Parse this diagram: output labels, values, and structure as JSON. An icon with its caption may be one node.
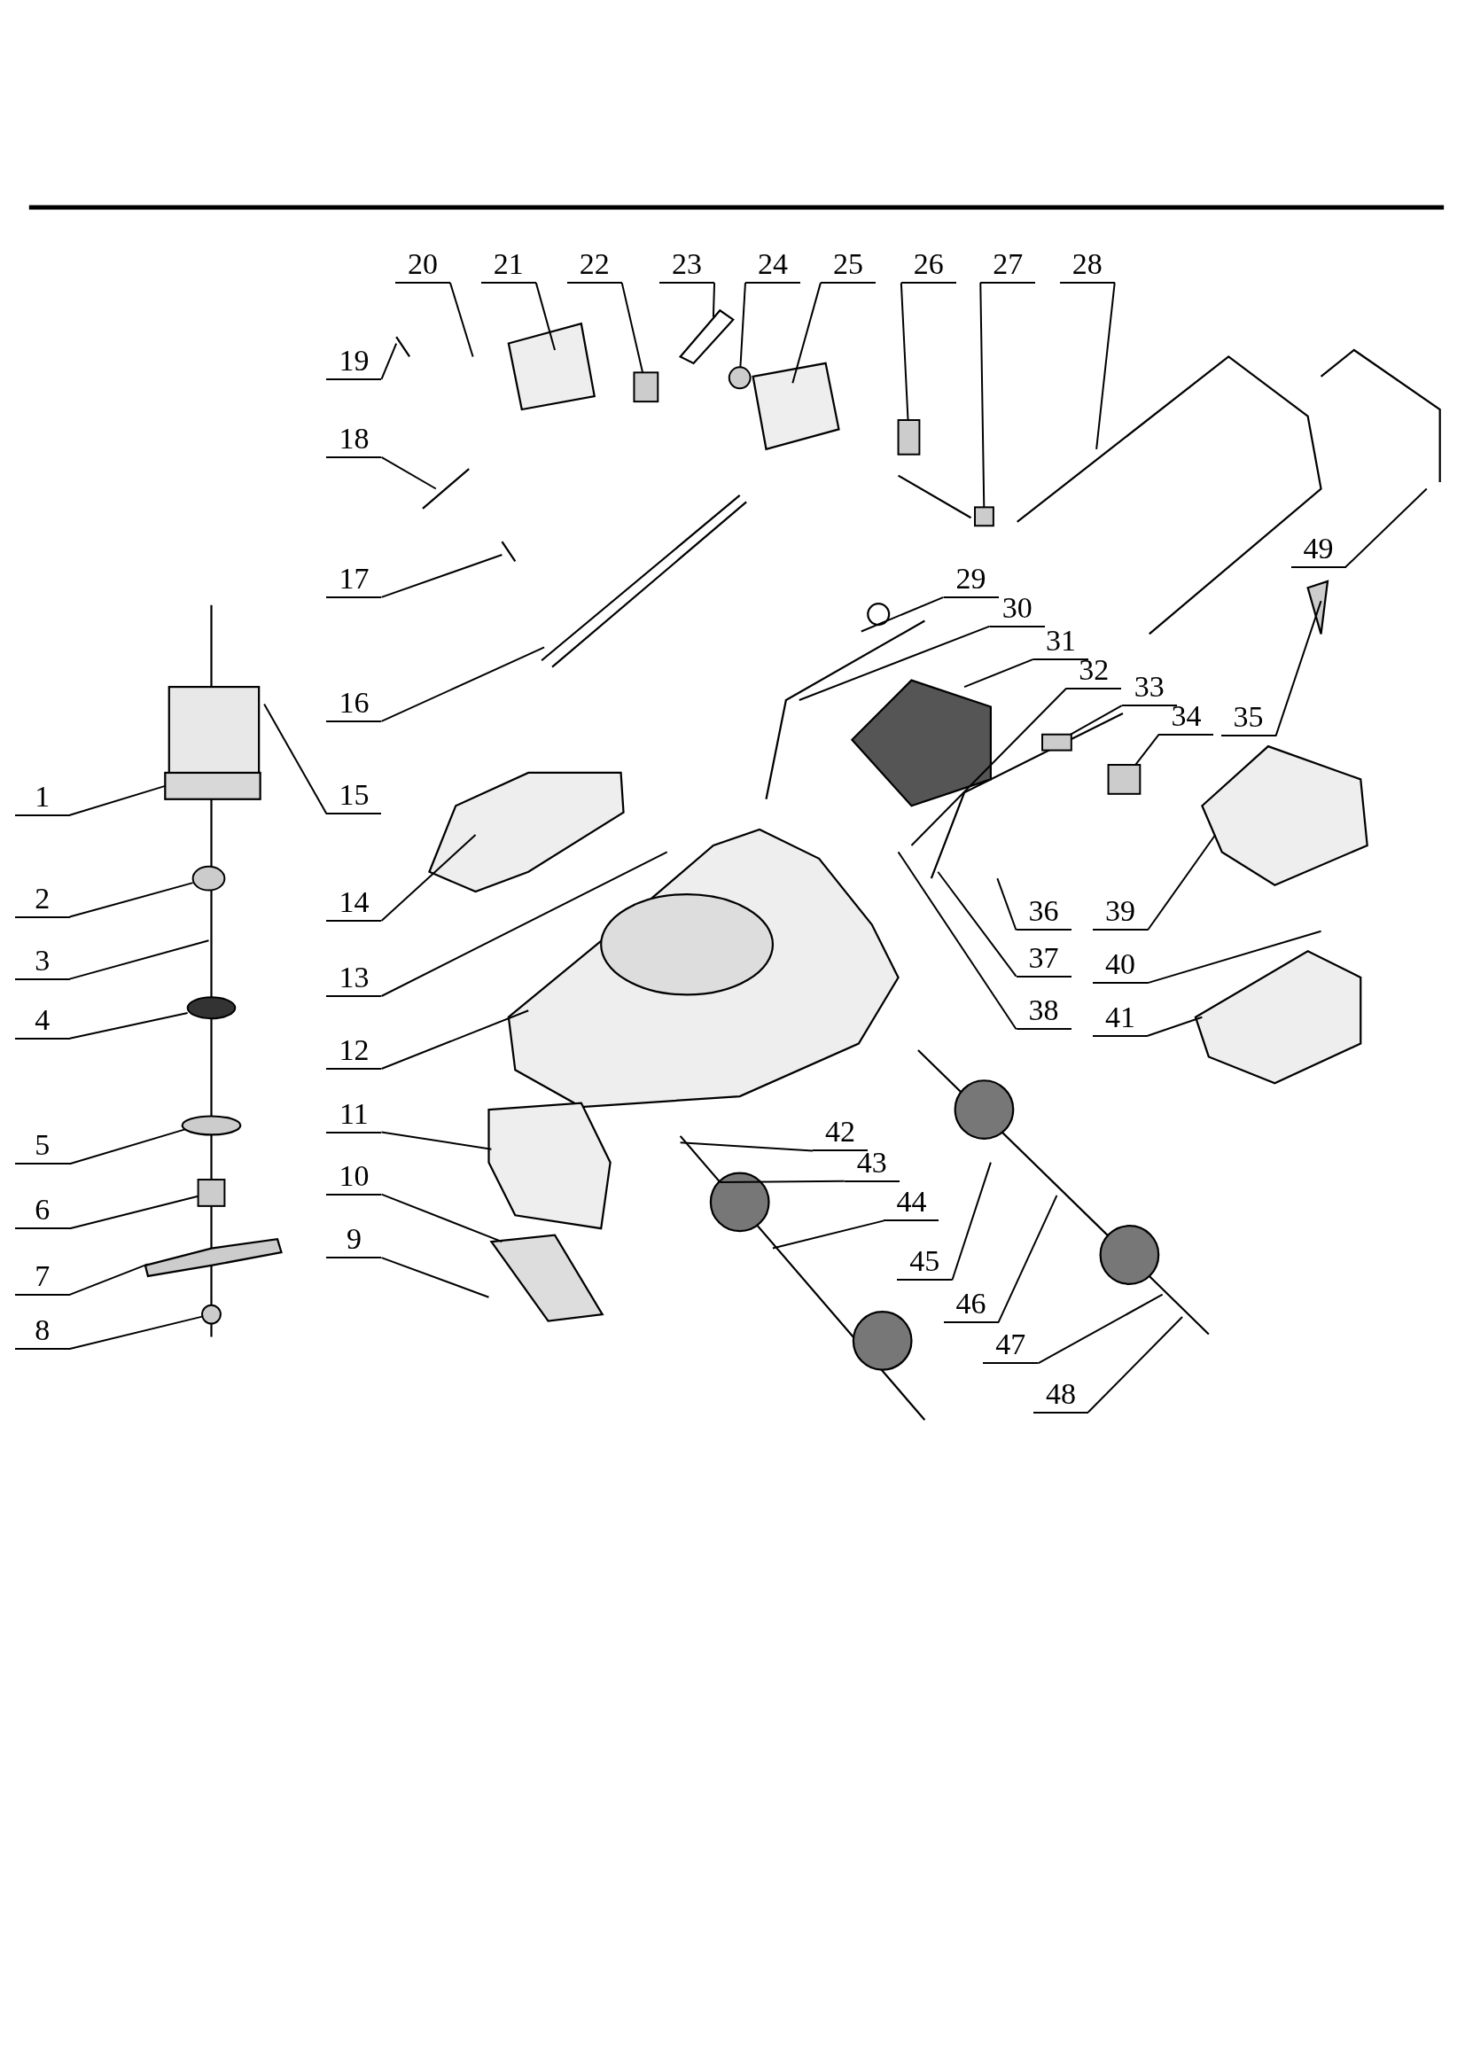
{
  "diagram": {
    "nodes": [
      {
        "text": [
          "1"
        ]
      },
      {
        "text": [
          "2"
        ]
      },
      {
        "text": [
          "3"
        ]
      },
      {
        "text": [
          "4"
        ]
      },
      {
        "text": [
          "5"
        ]
      },
      {
        "text": [
          "6"
        ]
      },
      {
        "text": [
          "7"
        ]
      },
      {
        "text": [
          "8"
        ]
      },
      {
        "text": [
          "9"
        ]
      },
      {
        "text": [
          "10"
        ]
      },
      {
        "text": [
          "11"
        ]
      },
      {
        "text": [
          "12"
        ]
      },
      {
        "text": [
          "13"
        ]
      },
      {
        "text": [
          "14"
        ]
      },
      {
        "text": [
          "15"
        ]
      },
      {
        "text": [
          "16"
        ]
      },
      {
        "text": [
          "17"
        ]
      },
      {
        "text": [
          "18"
        ]
      },
      {
        "text": [
          "19"
        ]
      },
      {
        "text": [
          "20"
        ]
      },
      {
        "text": [
          "21"
        ]
      },
      {
        "text": [
          "22"
        ]
      },
      {
        "text": [
          "23"
        ]
      },
      {
        "text": [
          "24"
        ]
      },
      {
        "text": [
          "25"
        ]
      },
      {
        "text": [
          "26"
        ]
      },
      {
        "text": [
          "27"
        ]
      },
      {
        "text": [
          "28"
        ]
      },
      {
        "text": [
          "29"
        ]
      },
      {
        "text": [
          "30"
        ]
      },
      {
        "text": [
          "31"
        ]
      },
      {
        "text": [
          "32"
        ]
      },
      {
        "text": [
          "33"
        ]
      },
      {
        "text": [
          "34"
        ]
      },
      {
        "text": [
          "35"
        ]
      },
      {
        "text": [
          "36"
        ]
      },
      {
        "text": [
          "37"
        ]
      },
      {
        "text": [
          "38"
        ]
      },
      {
        "text": [
          "39"
        ]
      },
      {
        "text": [
          "40"
        ]
      },
      {
        "text": [
          "41"
        ]
      },
      {
        "text": [
          "42"
        ]
      },
      {
        "text": [
          "43"
        ]
      },
      {
        "text": [
          "44"
        ]
      },
      {
        "text": [
          "45"
        ]
      },
      {
        "text": [
          "46"
        ]
      },
      {
        "text": [
          "47"
        ]
      },
      {
        "text": [
          "48"
        ]
      },
      {
        "text": [
          "49"
        ]
      },
      {
        "text": [],
        "shape": "circle"
      },
      {
        "text": [],
        "shape": "circle"
      },
      {
        "text": [],
        "shape": "box"
      },
      {
        "text": [],
        "shape": "circle"
      },
      {
        "text": [],
        "shape": "box"
      },
      {
        "text": [],
        "shape": "circle"
      },
      {
        "text": [],
        "shape": "box"
      },
      {
        "text": [],
        "shape": "box"
      },
      {
        "text": [],
        "shape": "box"
      },
      {
        "text": [],
        "shape": "box"
      }
    ],
    "edges": [
      {
        "from": 0,
        "to": null,
        "arrow": "none"
      },
      {
        "from": 1,
        "to": 49,
        "arrow": "none"
      },
      {
        "from": 2,
        "to": null,
        "arrow": "none"
      },
      {
        "from": 3,
        "to": 50,
        "arrow": "none"
      },
      {
        "from": 4,
        "to": null,
        "arrow": "none"
      },
      {
        "from": 5,
        "to": 51,
        "arrow": "none"
      },
      {
        "from": 6,
        "to": null,
        "arrow": "none"
      },
      {
        "from": 7,
        "to": 52,
        "arrow": "none"
      },
      {
        "from": 8,
        "to": null,
        "arrow": "none"
      },
      {
        "from": 9,
        "to": null,
        "arrow": "none"
      },
      {
        "from": 10,
        "to": null,
        "arrow": "none"
      },
      {
        "from": 11,
        "to": null,
        "arrow": "none"
      },
      {
        "from": 12,
        "to": null,
        "arrow": "none"
      },
      {
        "from": 13,
        "to": null,
        "arrow": "none"
      },
      {
        "from": 14,
        "to": null,
        "arrow": "none"
      },
      {
        "from": 15,
        "to": null,
        "arrow": "none"
      },
      {
        "from": 16,
        "to": null,
        "arrow": "none"
      },
      {
        "from": 17,
        "to": null,
        "arrow": "none"
      },
      {
        "from": 18,
        "to": null,
        "arrow": "none"
      },
      {
        "from": 19,
        "to": null,
        "arrow": "none"
      },
      {
        "from": 20,
        "to": null,
        "arrow": "none"
      },
      {
        "from": 21,
        "to": 53,
        "arrow": "none"
      },
      {
        "from": 22,
        "to": null,
        "arrow": "none"
      },
      {
        "from": 23,
        "to": 54,
        "arrow": "none"
      },
      {
        "from": 24,
        "to": null,
        "arrow": "none"
      },
      {
        "from": 25,
        "to": 55,
        "arrow": "none"
      },
      {
        "from": 26,
        "to": 56,
        "arrow": "none"
      },
      {
        "from": 27,
        "to": null,
        "arrow": "none"
      },
      {
        "from": 28,
        "to": null,
        "arrow": "none"
      },
      {
        "from": 29,
        "to": null,
        "arrow": "none"
      },
      {
        "from": 30,
        "to": null,
        "arrow": "none"
      },
      {
        "from": 31,
        "to": null,
        "arrow": "none"
      },
      {
        "from": 32,
        "to": 57,
        "arrow": "none"
      },
      {
        "from": 33,
        "to": 58,
        "arrow": "none"
      },
      {
        "from": 34,
        "to": null,
        "arrow": "none"
      },
      {
        "from": 35,
        "to": null,
        "arrow": "none"
      },
      {
        "from": 36,
        "to": null,
        "arrow": "none"
      },
      {
        "from": 37,
        "to": null,
        "arrow": "none"
      },
      {
        "from": 38,
        "to": null,
        "arrow": "none"
      },
      {
        "from": 39,
        "to": null,
        "arrow": "none"
      },
      {
        "from": 40,
        "to": null,
        "arrow": "none"
      },
      {
        "from": 41,
        "to": null,
        "arrow": "none"
      },
      {
        "from": 42,
        "to": null,
        "arrow": "none"
      },
      {
        "from": 43,
        "to": null,
        "arrow": "none"
      },
      {
        "from": 44,
        "to": null,
        "arrow": "none"
      },
      {
        "from": 45,
        "to": null,
        "arrow": "none"
      },
      {
        "from": 46,
        "to": null,
        "arrow": "none"
      },
      {
        "from": 47,
        "to": null,
        "arrow": "none"
      },
      {
        "from": 48,
        "to": null,
        "arrow": "none"
      }
    ]
  }
}
